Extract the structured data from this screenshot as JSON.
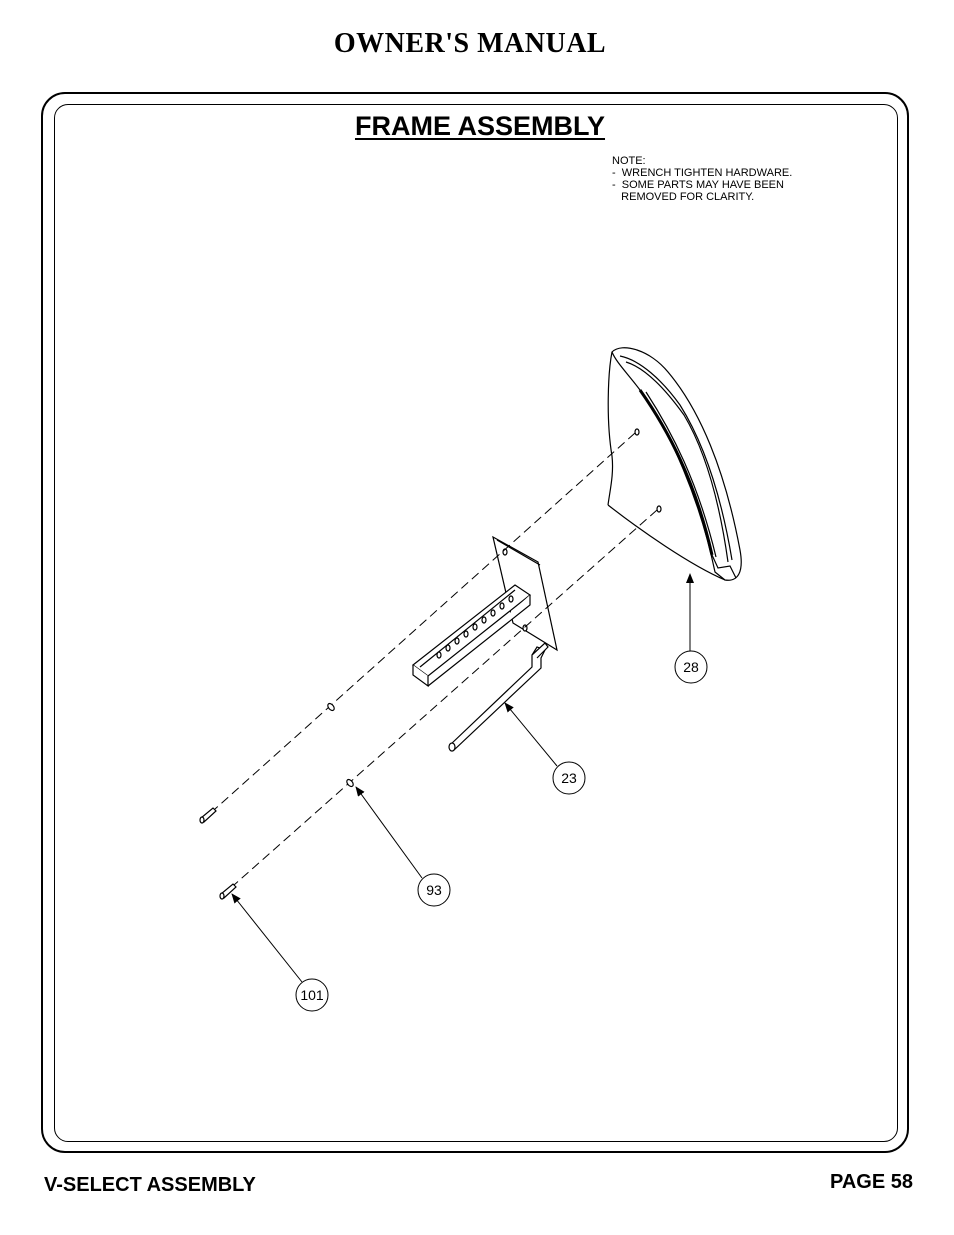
{
  "header": {
    "title": "OWNER'S MANUAL"
  },
  "section": {
    "title": "FRAME ASSEMBLY"
  },
  "note": {
    "heading": "NOTE:",
    "lines": [
      "-  WRENCH TIGHTEN HARDWARE.",
      "-  SOME PARTS MAY HAVE BEEN",
      "   REMOVED FOR CLARITY."
    ]
  },
  "callouts": {
    "part_28": "28",
    "part_23": "23",
    "part_93": "93",
    "part_101": "101"
  },
  "footer": {
    "left": "V-SELECT ASSEMBLY",
    "right": "PAGE 58"
  }
}
